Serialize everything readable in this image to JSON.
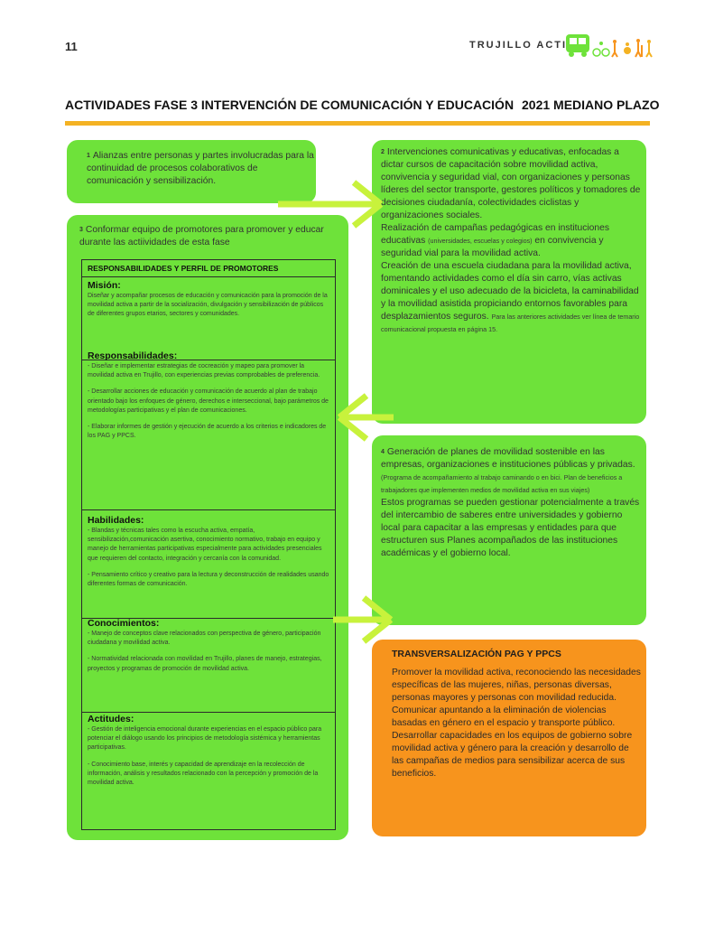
{
  "header": {
    "page_number": "11",
    "brand": "TRUJILLO ACTIVA",
    "title": "ACTIVIDADES FASE 3 INTERVENCIÓN DE COMUNICACIÓN Y EDUCACIÓN",
    "phase": "2021 MEDIANO PLAZO",
    "accent_color": "#f4b223",
    "logo_icon": "bus-cyclist-pedestrian-logo"
  },
  "colors": {
    "green": "#6ee23a",
    "orange": "#f7941d",
    "arrow": "#c8f23c"
  },
  "box1": {
    "number": "1",
    "text": "Alianzas entre personas y partes involucradas para la continuidad de procesos colaborativos de comunicación y sensibilización."
  },
  "box2": {
    "number": "2",
    "text": "Intervenciones comunicativas y educativas, enfocadas a dictar cursos de capacitación sobre movilidad activa, convivencia y seguridad vial, con organizaciones y personas líderes del sector transporte, gestores políticos y tomadores de decisiones ciudadanía, colectividades ciclistas y organizaciones sociales.",
    "text2a": "Realización de campañas pedagógicas en instituciones educativas ",
    "text2b": "(universidades, escuelas y colegios)",
    "text2c": " en convivencia y seguridad vial para la movilidad activa.",
    "text3": "Creación de una escuela ciudadana para la movilidad activa, fomentando actividades como el día sin carro, vías activas dominicales y el uso adecuado de la bicicleta, la caminabilidad y la movilidad asistida propiciando entornos favorables para desplazamientos seguros. ",
    "note": "Para las anteriores actividades ver línea de temario comunicacional propuesta en página 15."
  },
  "box3": {
    "number": "3",
    "text": "Conformar equipo de promotores para promover y educar durante las actiividades de esta fase",
    "table_title": "RESPONSABILIDADES Y PERFIL DE PROMOTORES",
    "mision": {
      "heading": "Misión:",
      "text": "Diseñar y acompañar procesos de educación y comunicación para la promoción de la movilidad activa a partir de la socialización, divulgación y sensibilización de públicos de diferentes grupos etarios, sectores y comunidades."
    },
    "responsabilidades": {
      "heading": "Responsabilidades:",
      "p1": "- Diseñar e implementar estrategias de cocreación y mapeo para promover la movilidad activa en Trujillo, con experiencias previas comprobables de preferencia.",
      "p2": "- Desarrollar acciones de educación y comunicación de acuerdo al plan de trabajo orientado bajo los enfoques de género, derechos e interseccional, bajo parámetros de metodologías participativas y el plan de comunicaciones.",
      "p3": "- Elaborar informes de gestión y ejecución de acuerdo a los criterios e indicadores de los PAG y PPCS."
    },
    "habilidades": {
      "heading": "Habilidades:",
      "p1": "- Blandas y técnicas tales como la escucha activa, empatía, sensibilización,comunicación asertiva, conocimiento normativo, trabajo en equipo y manejo de herramientas participativas especialmente para actividades presenciales que requieren del contacto, integración y cercanía con la comunidad.",
      "p2": "- Pensamiento crítico y creativo para la lectura y deconstrucción de realidades usando diferentes formas de comunicación."
    },
    "conocimientos": {
      "heading": "Conocimientos:",
      "p1": "- Manejo de conceptos clave relacionados con perspectiva de género, participación ciudadana y movilidad activa.",
      "p2": "- Normatividad relacionada con movilidad en Trujillo, planes de manejo, estrategias, proyectos y programas de promoción de movilidad activa."
    },
    "actitudes": {
      "heading": "Actitudes:",
      "p1": "- Gestión de inteligencia emocional durante experiencias en el espacio público para potenciar el diálogo usando los principios de metodología sistémica y herramientas participativas.",
      "p2": "- Conocimiento base, interés y capacidad de aprendizaje en la recolección de información, análisis y resultados relacionado con la percepción y promoción de la movilidad activa."
    }
  },
  "box4": {
    "number": "4",
    "text": "Generación de planes de movilidad sostenible en las empresas, organizaciones e instituciones públicas y privadas. ",
    "small": "(Programa de acompañamiento al trabajo caminando o en bici. Plan de beneficios a trabajadores que implementen medios de movilidad activa en sus viajes)",
    "text2": "Estos programas se pueden gestionar potencialmente a través del intercambio de saberes entre universidades y gobierno local para capacitar a las empresas y entidades para que estructuren sus Planes acompañados de las instituciones académicas y el gobierno local."
  },
  "box5": {
    "heading": "TRANSVERSALIZACIÓN PAG Y PPCS",
    "p1": "Promover la movilidad activa, reconociendo las necesidades específicas de las mujeres, niñas, personas diversas, personas mayores y personas con movilidad reducida.",
    "p2": "Comunicar apuntando a la eliminación de violencias basadas en género en el espacio y transporte público.",
    "p3": "Desarrollar capacidades en los equipos de gobierno sobre movilidad activa y género para la creación y desarrollo de las campañas de medios para sensibilizar acerca de sus beneficios."
  }
}
